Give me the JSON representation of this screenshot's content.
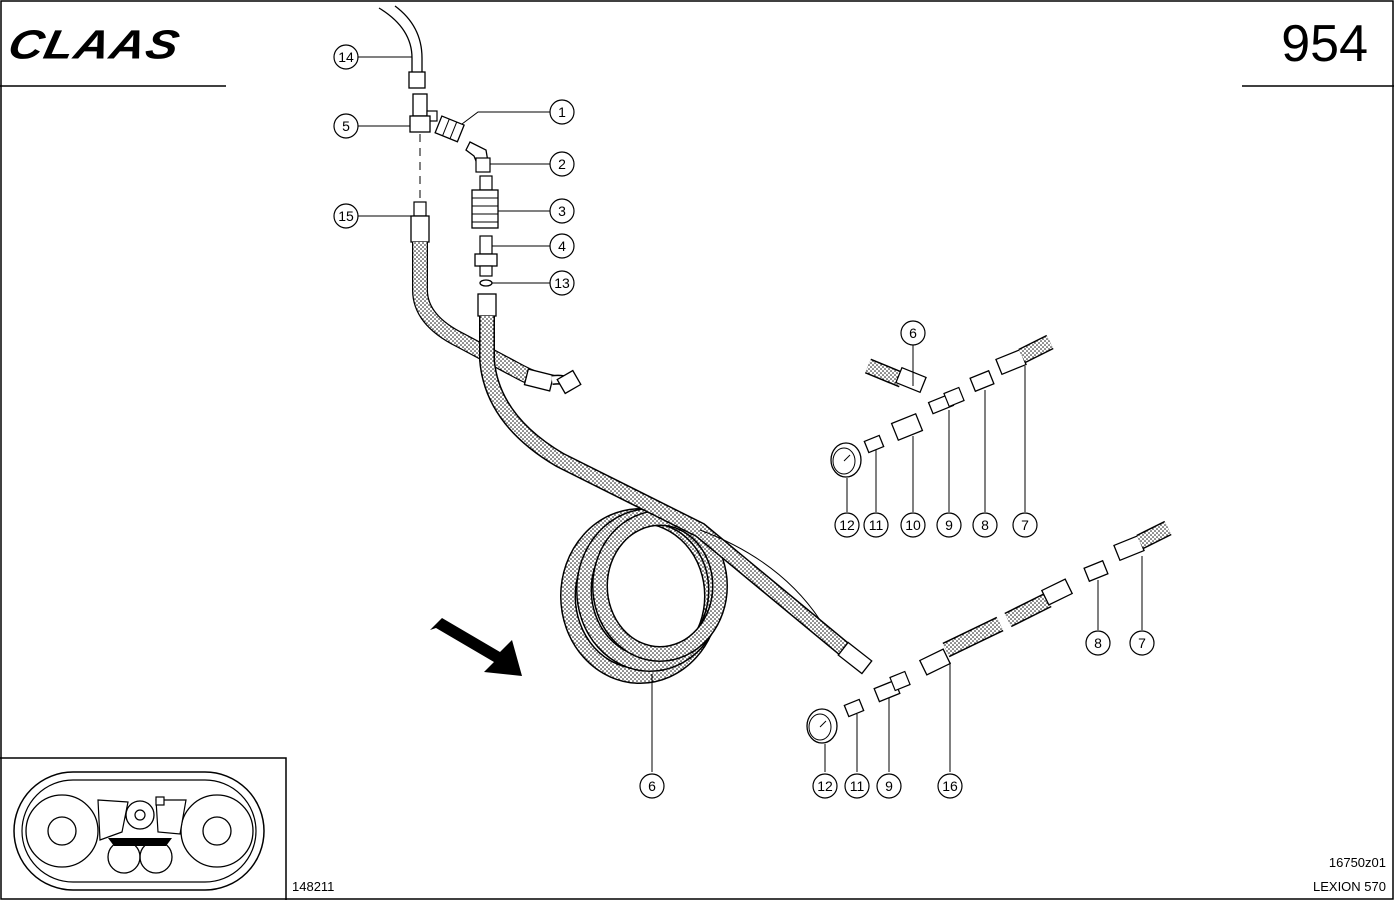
{
  "header": {
    "brand": "CLAAS",
    "plate_number": "954"
  },
  "footer": {
    "drawing_code": "16750z01",
    "model": "LEXION 570",
    "thumbnail_code": "148211"
  },
  "callouts": [
    "14",
    "5",
    "15",
    "1",
    "2",
    "3",
    "4",
    "13",
    "6",
    "12",
    "11",
    "10",
    "9",
    "8",
    "7",
    "8",
    "7",
    "6",
    "12",
    "11",
    "9",
    "16"
  ]
}
